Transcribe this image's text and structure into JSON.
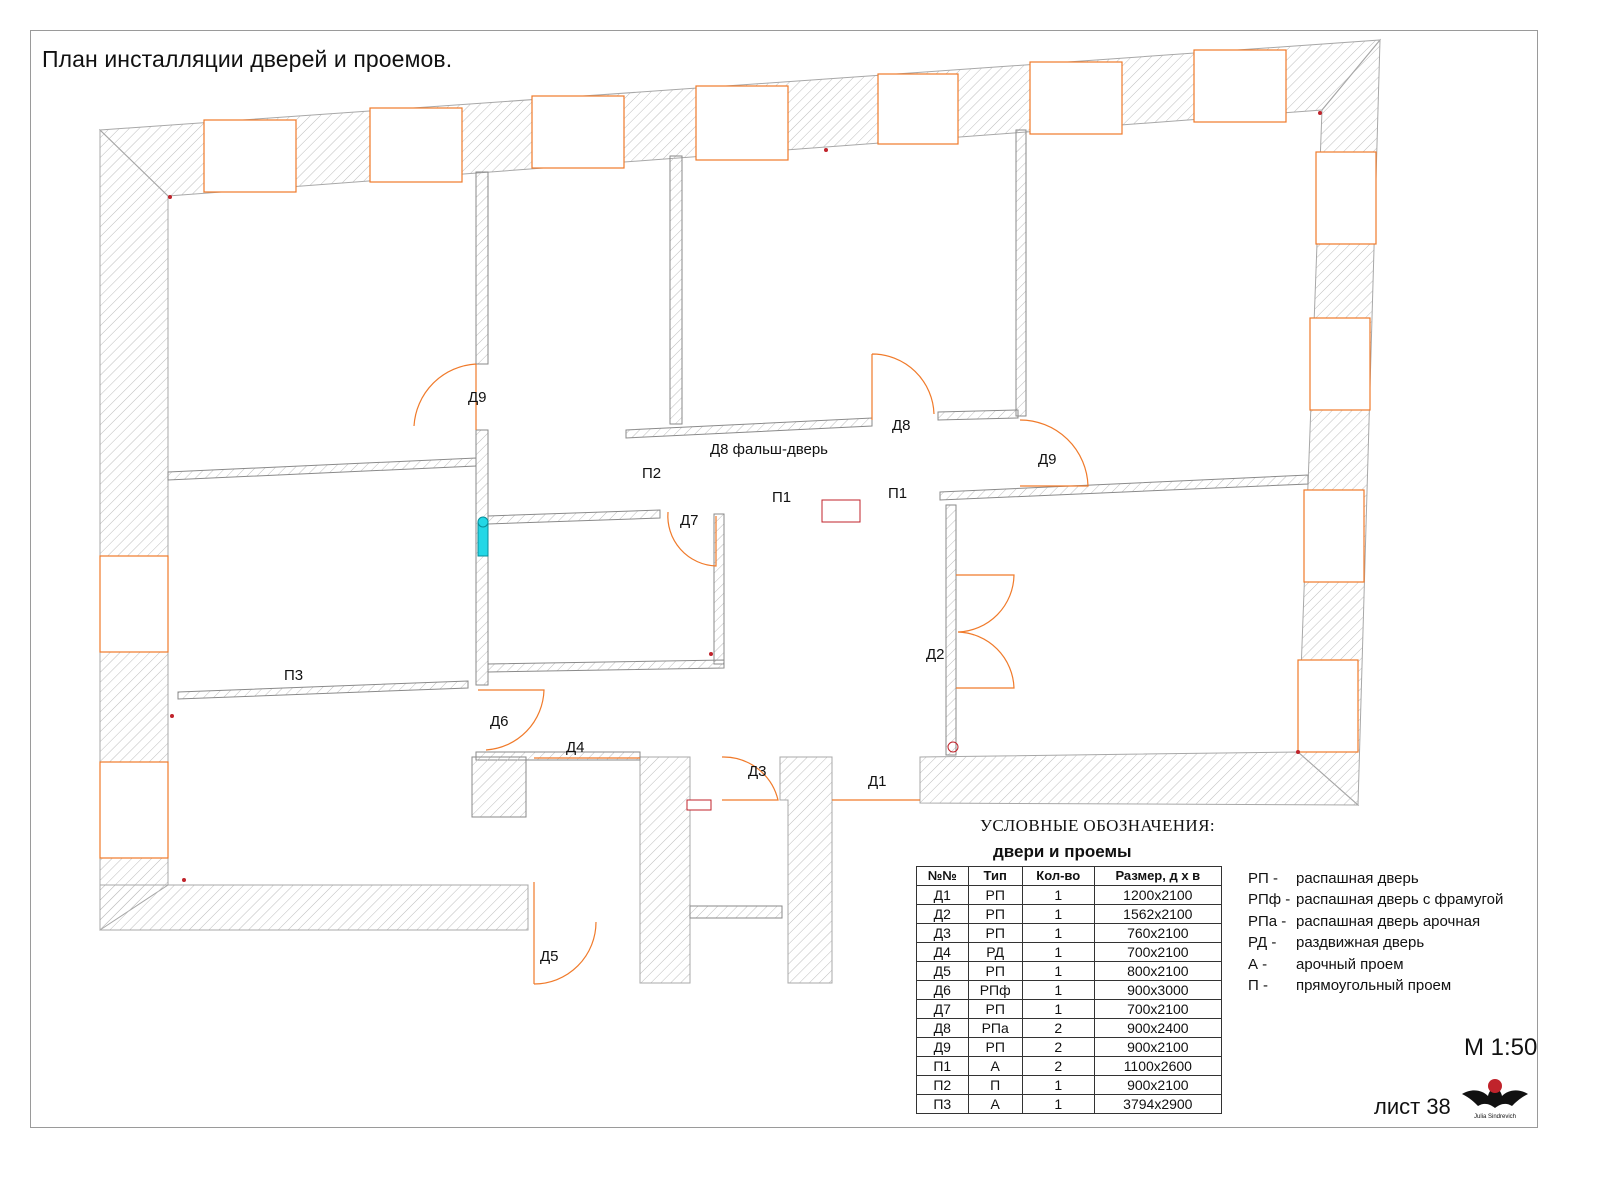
{
  "title": "План инсталляции дверей и проемов.",
  "legend": {
    "title": "УСЛОВНЫЕ ОБОЗНАЧЕНИЯ:",
    "subtitle": "двери и проемы"
  },
  "table": {
    "headers": [
      "№№",
      "Тип",
      "Кол-во",
      "Размер, д х в"
    ],
    "rows": [
      [
        "Д1",
        "РП",
        "1",
        "1200х2100"
      ],
      [
        "Д2",
        "РП",
        "1",
        "1562х2100"
      ],
      [
        "Д3",
        "РП",
        "1",
        "760х2100"
      ],
      [
        "Д4",
        "РД",
        "1",
        "700х2100"
      ],
      [
        "Д5",
        "РП",
        "1",
        "800х2100"
      ],
      [
        "Д6",
        "РПф",
        "1",
        "900х3000"
      ],
      [
        "Д7",
        "РП",
        "1",
        "700х2100"
      ],
      [
        "Д8",
        "РПа",
        "2",
        "900х2400"
      ],
      [
        "Д9",
        "РП",
        "2",
        "900х2100"
      ],
      [
        "П1",
        "А",
        "2",
        "1100х2600"
      ],
      [
        "П2",
        "П",
        "1",
        "900х2100"
      ],
      [
        "П3",
        "А",
        "1",
        "3794х2900"
      ]
    ]
  },
  "abbreviations": [
    {
      "code": "РП -",
      "text": "распашная дверь"
    },
    {
      "code": "РПф -",
      "text": "распашная дверь с фрамугой"
    },
    {
      "code": "РПа -",
      "text": "распашная дверь арочная"
    },
    {
      "code": "РД -",
      "text": "раздвижная дверь"
    },
    {
      "code": "А -",
      "text": "арочный проем"
    },
    {
      "code": "П -",
      "text": "прямоугольный проем"
    }
  ],
  "plan_labels": {
    "d9_left": "Д9",
    "d9_right": "Д9",
    "d8": "Д8",
    "d8_false": "Д8 фальш-дверь",
    "p2": "П2",
    "p1_left": "П1",
    "p1_right": "П1",
    "d7": "Д7",
    "d2": "Д2",
    "p3": "П3",
    "d6": "Д6",
    "d4": "Д4",
    "d3": "Д3",
    "d1": "Д1",
    "d5": "Д5"
  },
  "scale": "М 1:50",
  "sheet": "лист 38",
  "logo_text": "Julia Sindrevich",
  "colors": {
    "wall_hatch": "#b8b8b8",
    "door_line": "#f07a2a",
    "accent_cyan": "#23d7e6",
    "marker_red": "#c0232b",
    "frame": "#9a9a9a"
  }
}
